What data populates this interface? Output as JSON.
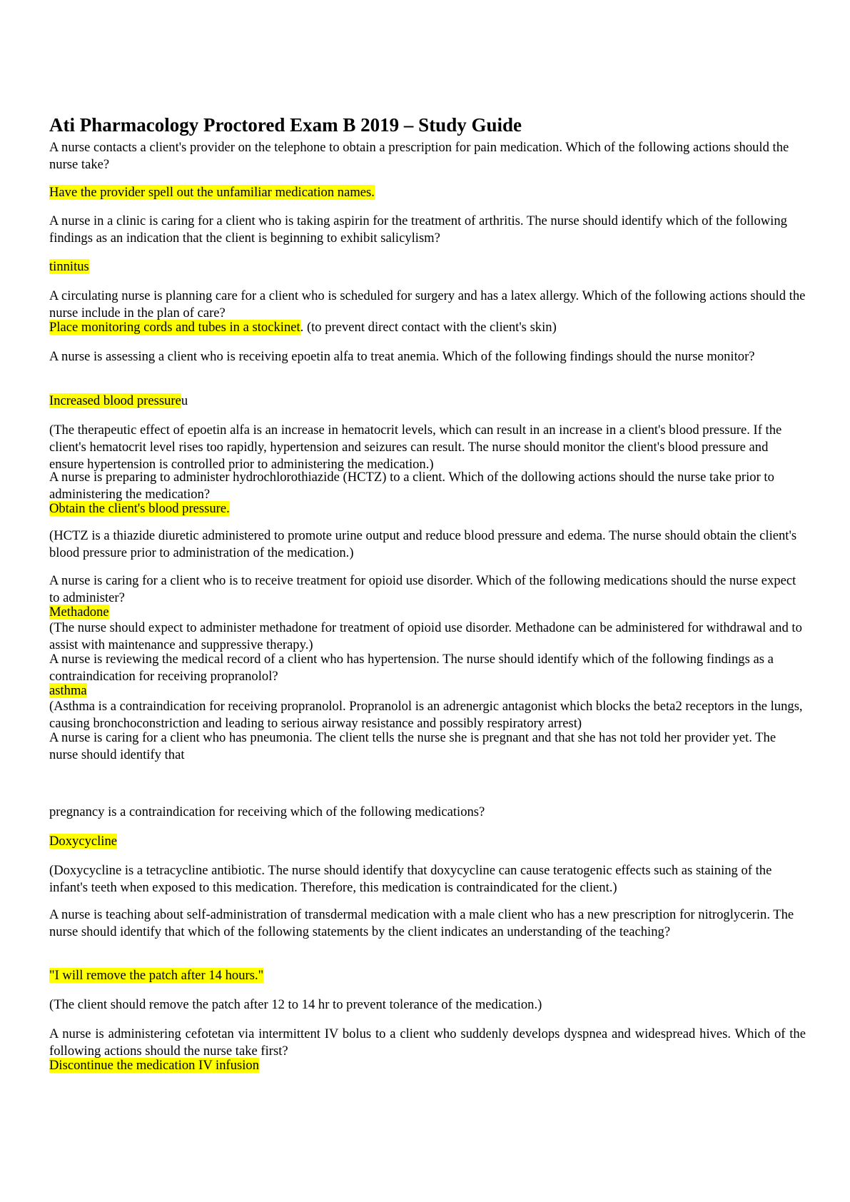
{
  "document": {
    "title": "Ati Pharmacology Proctored Exam B 2019 – Study Guide",
    "highlight_color": "#ffff00",
    "blocks": {
      "q1": "A nurse contacts a client's provider on the telephone to obtain a prescription for pain medication. Which of the following actions should the nurse take?",
      "a1": "Have the provider  spell out the unfamiliar medication names.",
      "q2": "A nurse in a clinic is caring for a client who is taking aspirin for the treatment of arthritis. The nurse should identify which of the following findings as an indication that the client is beginning to exhibit salicylism?",
      "a2": "tinnitus",
      "q3": "A circulating nurse is planning care for a client who is scheduled for surgery and has a latex allergy. Which of the following actions should the nurse include in the plan of care?",
      "a3": "Place monitoring cords and tubes in a stockinet",
      "a3_note": ". (to prevent direct contact with the client's skin)",
      "q4": "A nurse is assessing a client who is receiving epoetin alfa to treat anemia. Which of the following findings should the nurse monitor?",
      "a4": "Increased blood pressure",
      "a4_suffix": "u",
      "r4": "(The therapeutic effect of epoetin alfa is an increase in hematocrit levels, which can result in an increase in a client's blood pressure. If the client's hematocrit level rises too rapidly, hypertension and seizures can result. The nurse should monitor the client's blood pressure and ensure hypertension is controlled prior to administering the medication.)",
      "q5": "A nurse is preparing to administer hydrochlorothiazide (HCTZ) to a client. Which of the dollowing actions should the nurse take prior to administering the medication?",
      "a5": "Obtain the client's blood pressure.",
      "r5": "(HCTZ is a thiazide diuretic administered to promote urine output and reduce blood pressure and edema. The nurse should obtain the client's blood pressure prior to administration of the medication.)",
      "q6": "A nurse is caring for a client who is to receive treatment for opioid use disorder. Which of the following medications should the nurse expect to administer?",
      "a6": "Methadone",
      "r6": "(The nurse should expect to administer methadone for treatment of opioid use disorder. Methadone can be administered for withdrawal and to assist with maintenance and suppressive therapy.)",
      "q7": "A nurse is reviewing the medical record of a client who has hypertension. The nurse should identify which of the following findings as a contraindication for receiving propranolol?",
      "a7": "asthma",
      "r7": "(Asthma is a contraindication for receiving propranolol. Propranolol is an adrenergic antagonist which blocks the beta2 receptors in the lungs, causing bronchoconstriction and leading to serious airway resistance and possibly respiratory arrest)",
      "q8": "A nurse is caring for a client who has pneumonia. The client tells the nurse she is pregnant and that she has not told her provider yet. The nurse should identify that",
      "q8_cont": "pregnancy is a contraindication for receiving which of the following medications?",
      "a8": "Doxycycline",
      "r8": "(Doxycycline is a tetracycline antibiotic. The nurse should identify that doxycycline can cause teratogenic effects such as staining of the infant's teeth when exposed to this medication. Therefore, this medication is contraindicated for the client.)",
      "q9": "A nurse is teaching about self-administration of transdermal medication with a male client who has a new prescription for nitroglycerin. The nurse should identify that which of the following statements by the client indicates an understanding of the teaching?",
      "a9": "\"I will remove the patch after 14 hours.\"",
      "r9": "(The client should remove the patch after 12 to 14 hr to prevent tolerance of the medication.)",
      "q10": "A nurse is administering cefotetan via intermittent IV bolus to a client who suddenly develops dyspnea and widespread hives. Which of the following actions should the nurse take first?",
      "a10": "Discontinue the medication IV infusion"
    }
  }
}
